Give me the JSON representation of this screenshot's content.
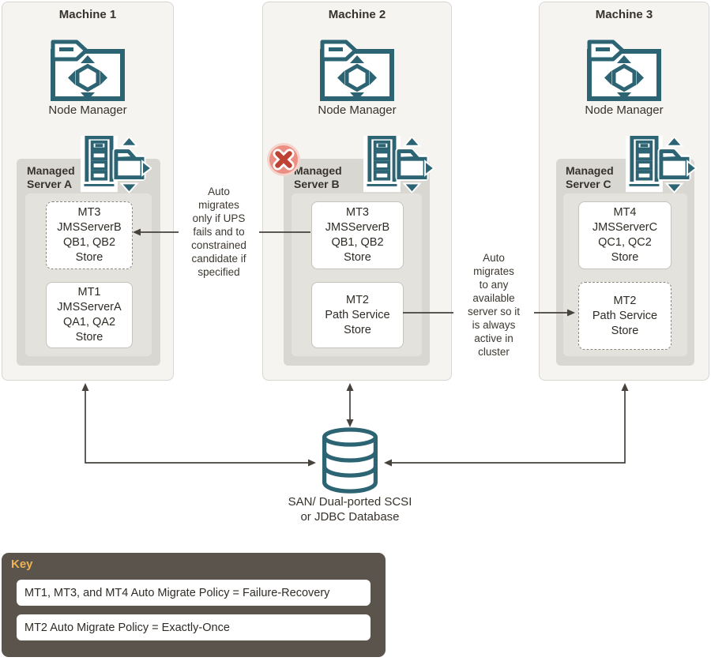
{
  "colors": {
    "teal": "#2d6473",
    "panel_bg": "#f5f4f1",
    "panel_border": "#d9d6d0",
    "server_box_gray": "#d9d7d1",
    "server_box_inner": "#e4e2dc",
    "arrow": "#46423c",
    "key_bg": "#5a544d",
    "key_title_gold": "#eeb254",
    "error_x_red": "#bf4334",
    "error_circle_salmon": "#eb8f84"
  },
  "icons": {
    "node_manager": "folder-with-migration-arrows-icon",
    "managed_server": "server-tower-with-folder-icon",
    "error": "red-x-circle-icon",
    "database": "database-cylinder-icon"
  },
  "machines": [
    {
      "title": "Machine 1",
      "node_manager_label": "Node Manager",
      "server_label": "Managed Server A",
      "boxes": [
        {
          "dashed": true,
          "lines": [
            "MT3",
            "JMSServerB",
            "QB1, QB2",
            "Store"
          ]
        },
        {
          "dashed": false,
          "lines": [
            "MT1",
            "JMSServerA",
            "QA1, QA2",
            "Store"
          ]
        }
      ]
    },
    {
      "title": "Machine 2",
      "node_manager_label": "Node Manager",
      "server_label": "Managed Server B",
      "boxes": [
        {
          "dashed": false,
          "lines": [
            "MT3",
            "JMSServerB",
            "QB1, QB2",
            "Store"
          ]
        },
        {
          "dashed": false,
          "lines": [
            "MT2",
            "Path Service",
            "Store"
          ]
        }
      ]
    },
    {
      "title": "Machine 3",
      "node_manager_label": "Node Manager",
      "server_label": "Managed Server C",
      "boxes": [
        {
          "dashed": false,
          "lines": [
            "MT4",
            "JMSServerC",
            "QC1, QC2",
            "Store"
          ]
        },
        {
          "dashed": true,
          "lines": [
            "MT2",
            "Path Service",
            "Store"
          ]
        }
      ]
    }
  ],
  "annotations": [
    {
      "lines": [
        "Auto",
        "migrates",
        "only if UPS",
        "fails and to",
        "constrained",
        "candidate if",
        "specified"
      ]
    },
    {
      "lines": [
        "Auto",
        "migrates",
        "to any",
        "available",
        "server so it",
        "is always",
        "active in",
        "cluster"
      ]
    }
  ],
  "database": {
    "label_line1": "SAN/ Dual-ported SCSI",
    "label_line2": "or JDBC Database"
  },
  "key": {
    "title": "Key",
    "items": [
      "MT1, MT3, and MT4 Auto Migrate Policy = Failure-Recovery",
      "MT2 Auto Migrate Policy = Exactly-Once"
    ]
  }
}
